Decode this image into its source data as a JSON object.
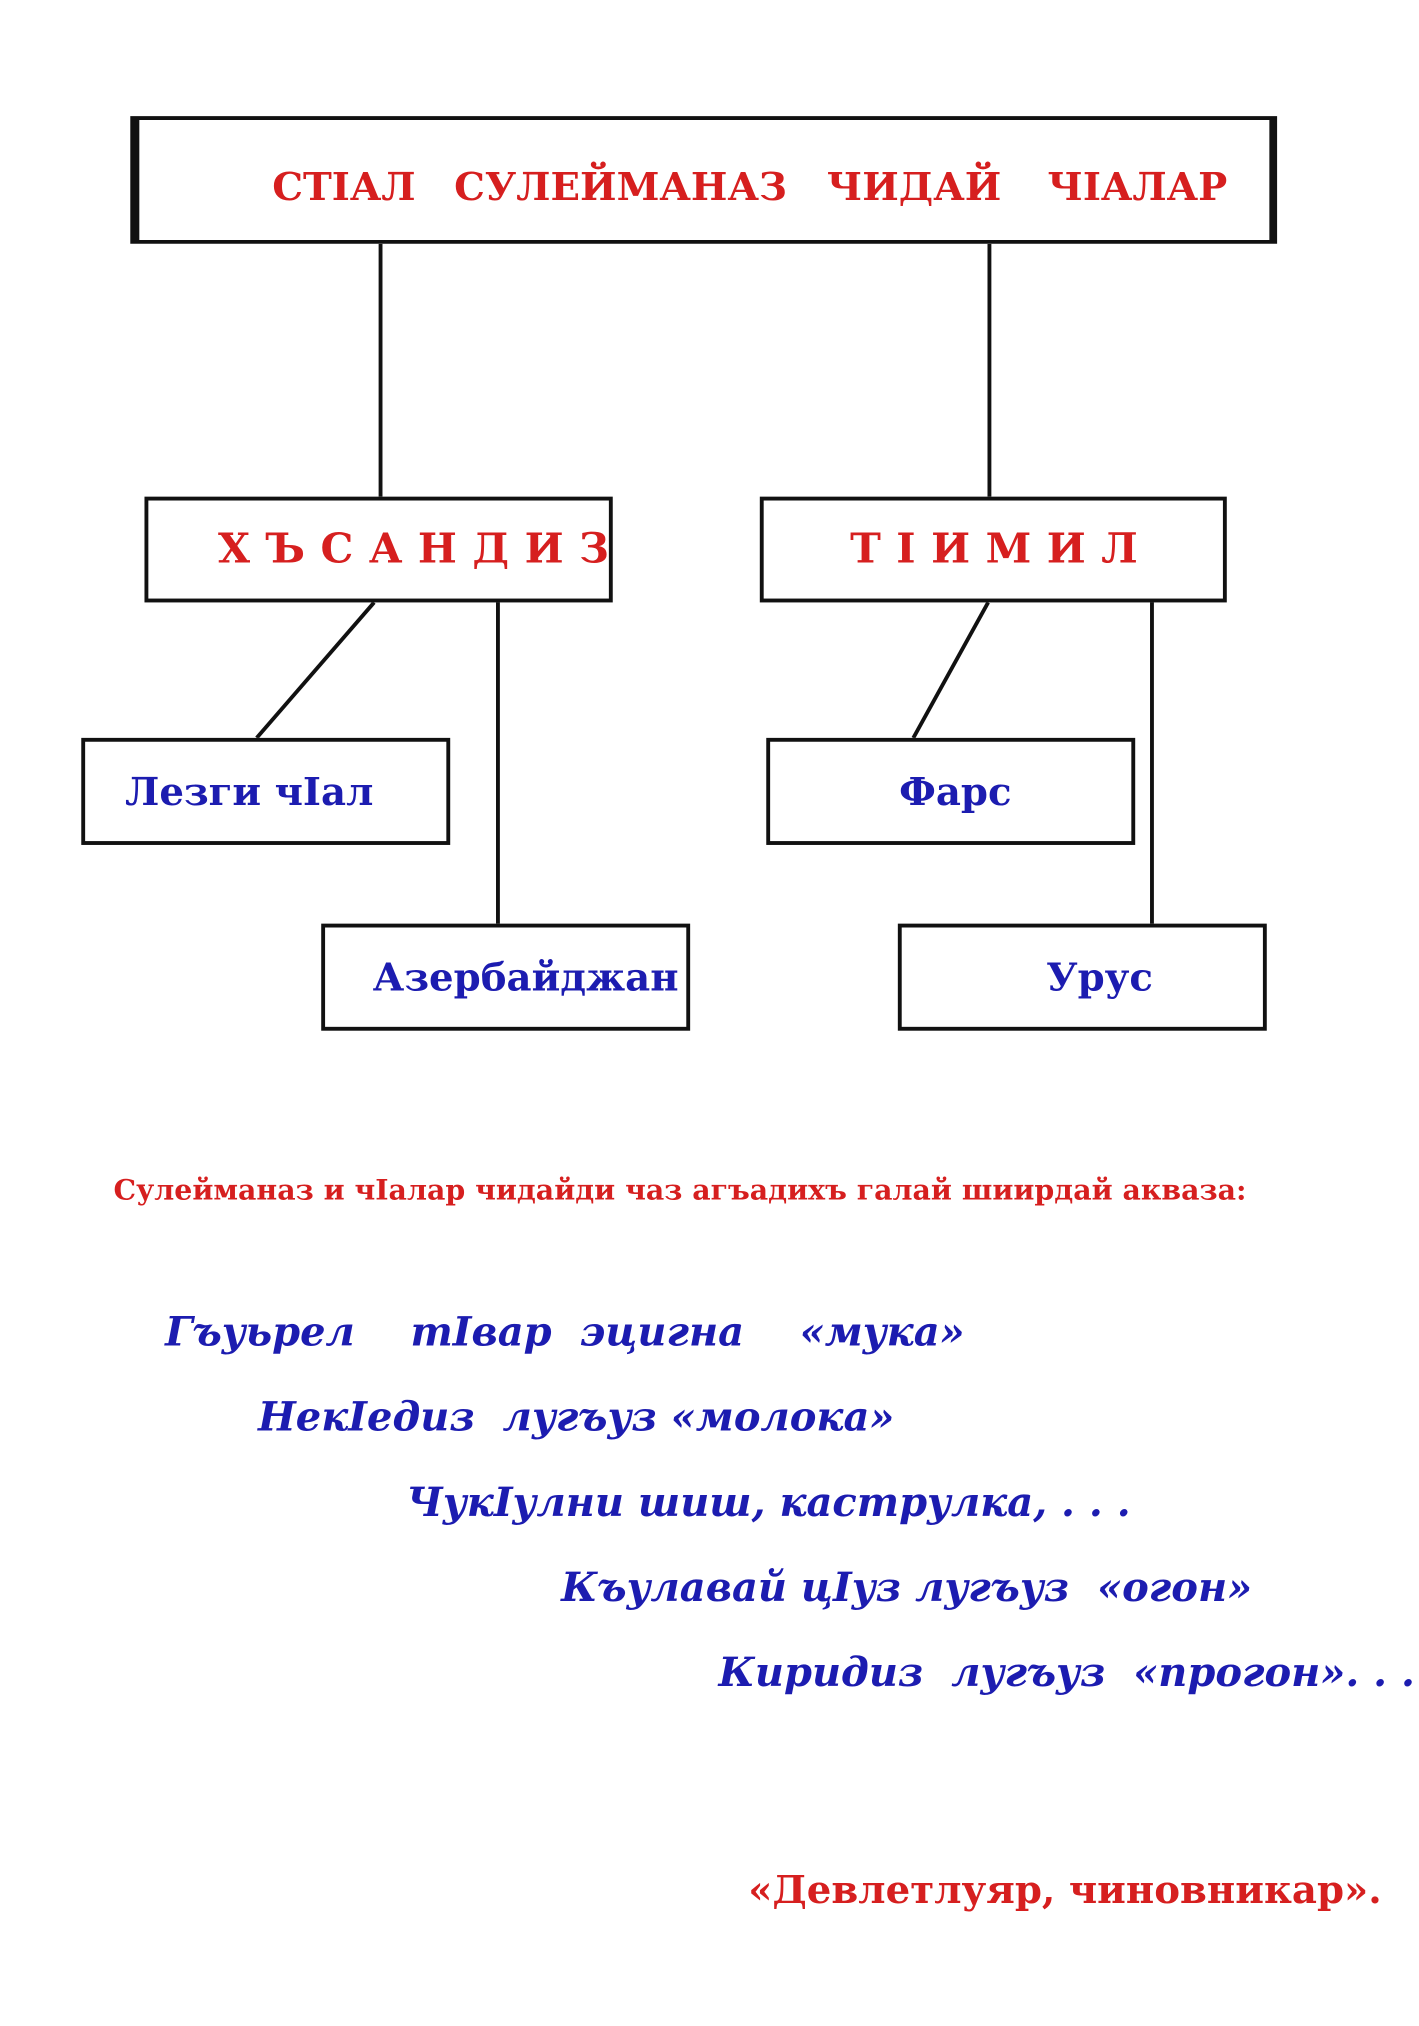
{
  "title_words": [
    "СТIАЛ",
    "СУЛЕЙМАНАЗ",
    "ЧИДАЙ",
    "ЧIАЛАР"
  ],
  "branches": {
    "left": {
      "label": "ХЪСАНДИЗ",
      "children": [
        "Лезги чIал",
        "Азербайджан"
      ]
    },
    "right": {
      "label": "ТIИМИЛ",
      "children": [
        "Фарс",
        "Урус"
      ]
    }
  },
  "note": "Сулейманаз  и чIалар чидайди чаз агъадихъ галай шиирдай акваза:",
  "poem_lines": [
    "Гъуьрел    тIвар  эцигна    «мука»",
    "НекIедиз  лугъуз «молока»",
    "ЧукIулни шиш, каструлка, . . .",
    "Къулавай цIуз лугъуз  «огон»",
    "Киридиз  лугъуз  «прогон». . . ."
  ],
  "signature": "«Девлетлуяр, чиновникар».",
  "colors": {
    "heading": "#d61f1f",
    "body": "#1c1cb0",
    "lines": "#111111"
  }
}
